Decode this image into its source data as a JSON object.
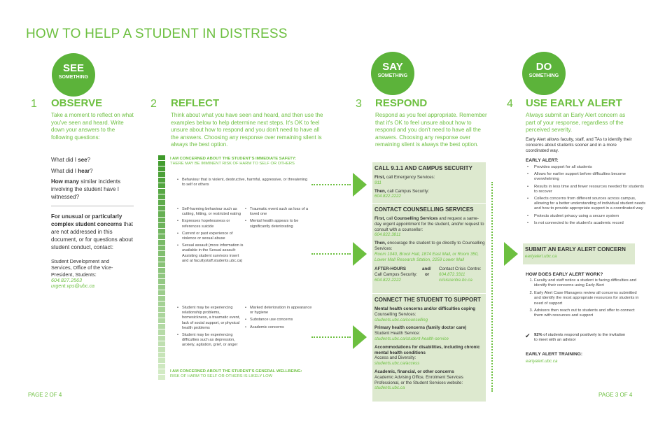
{
  "title": "HOW TO HELP A STUDENT IN DISTRESS",
  "colors": {
    "accent": "#6cbf3f",
    "circle": "#5cb33a",
    "box": "#dde9cf",
    "bar_dark": "#3f9a2b",
    "bar_light": "#cfe8c0"
  },
  "circles": {
    "see": {
      "big": "SEE",
      "small": "SOMETHING"
    },
    "say": {
      "big": "SAY",
      "small": "SOMETHING"
    },
    "do": {
      "big": "DO",
      "small": "SOMETHING"
    }
  },
  "observe": {
    "num": "1",
    "heading": "OBSERVE",
    "intro": "Take a moment to reflect on what you've seen and heard. Write down your answers to the following questions:",
    "q1_pre": "What did I ",
    "q1_bold": "see",
    "q1_post": "?",
    "q2_pre": "What did I ",
    "q2_bold": "hear",
    "q2_post": "?",
    "q3_bold": "How many",
    "q3_post": " similar incidents involving the student have I witnessed?",
    "unusual_bold": "For unusual or particularly complex student concerns",
    "unusual_rest": " that are not addressed in this document, or for questions about student conduct, contact:",
    "office": "Student Development and Services, Office of the Vice-President, Students:",
    "phone": "604.827.2563",
    "email": "urgent.vps@ubc.ca"
  },
  "reflect": {
    "num": "2",
    "heading": "REFLECT",
    "intro": "Think about what you have seen and heard, and then use the examples below to help determine next steps. It's OK to feel unsure about how to respond and you don't need to have all the answers. Choosing any response over remaining silent is always the best option.",
    "top_caption_bold": "I AM CONCERNED ABOUT THE STUDENT'S IMMEDIATE SAFETY:",
    "top_caption": "THERE MAY BE IMMINENT RISK OF HARM TO SELF OR OTHERS",
    "group1": [
      "Behaviour that is violent, destructive, harmful, aggressive, or threatening to self or others"
    ],
    "group2_left": [
      "Self-harming behaviour such as cutting, hitting, or restricted eating",
      "Expresses hopelessness or references suicide",
      "Current or past experience of violence or sexual abuse",
      "Sexual assault (more information is available in the Sexual assault: Assisting student survivors insert and at facultystaff.students.ubc.ca)"
    ],
    "group2_right": [
      "Traumatic event such as loss of a loved one",
      "Mental health appears to be significantly deteriorating"
    ],
    "group3_left": [
      "Student may be experiencing relationship problems, homesickness, a traumatic event, lack of social support, or physical health problems",
      "Student may be experiencing difficulties such as depression, anxiety, agitation, grief, or anger"
    ],
    "group3_right": [
      "Marked deterioration in appearance or hygiene",
      "Substance use concerns",
      "Academic concerns"
    ],
    "bottom_caption_bold": "I AM CONCERNED ABOUT THE STUDENT'S GENERAL WELLBEING:",
    "bottom_caption": "RISK OF HARM TO SELF OR OTHERS IS LIKELY LOW"
  },
  "respond": {
    "num": "3",
    "heading": "RESPOND",
    "intro": "Respond as you feel appropriate. Remember that it's OK to feel unsure about how to respond and you don't need to have all the answers. Choosing any response over remaining silent is always the best option.",
    "box1": {
      "head": "CALL 9.1.1 AND CAMPUS SECURITY",
      "l1b": "First,",
      "l1": " call Emergency Services:",
      "l1v": "911",
      "l2b": "Then,",
      "l2": " call Campus Security:",
      "l2v": "604.822.2222"
    },
    "box2": {
      "head": "CONTACT COUNSELLING SERVICES",
      "l1b": "First,",
      "l1a": " call ",
      "l1c": "Counselling Services",
      "l1": " and request a same-day urgent appointment for the student, and/or request to consult with a counsellor:",
      "l1v": "604.822.3811",
      "l2b": "Then,",
      "l2": " encourage the student to go directly to Counselling Services:",
      "l2v": "Room 1040, Brock Hall, 1874 East Mall, or Room 350, Lower Mall Research Station, 2259 Lower Mall",
      "ah": "AFTER-HOURS",
      "and": "and/",
      "or": "or",
      "ah1": "Call Campus Security:",
      "ah1v": "604.822.2222",
      "ah2": "Contact Crisis Centre:",
      "ah2v": "604.872.3311",
      "ah2w": "crisiscentre.bc.ca"
    },
    "box3": {
      "head": "CONNECT THE STUDENT TO SUPPORT",
      "items": [
        {
          "b": "Mental health concerns and/or difficulties coping",
          "t": "Counselling Services:",
          "v": "students.ubc.ca/counselling"
        },
        {
          "b": "Primary health concerns (family doctor care)",
          "t": "Student Health Service:",
          "v": "students.ubc.ca/student-health-service"
        },
        {
          "b": "Accommodations for disabilities, including chronic mental health conditions",
          "t": "Access and Diversity:",
          "v": "students.ubc.ca/access"
        },
        {
          "b": "Academic, financial, or other concerns",
          "t": "Academic Advising Office, Enrolment Services Professional, or the Student Services website:",
          "v": "students.ubc.ca"
        }
      ]
    }
  },
  "early": {
    "num": "4",
    "heading": "USE EARLY ALERT",
    "intro": "Always submit an Early Alert concern as part of your response, regardless of the perceived severity.",
    "desc": "Early Alert allows faculty, staff, and TAs to identify their concerns about students sooner and in a more coordinated way.",
    "label": "EARLY ALERT:",
    "bullets": [
      "Provides support for all students",
      "Allows for earlier support before difficulties become overwhelming",
      "Results in less time and fewer resources needed for students to recover",
      "Collects concerns from different sources across campus, allowing for a better understanding of individual student needs and how to provide appropriate support in a coordinated way",
      "Protects student privacy using a secure system",
      "Is not connected to the student's academic record"
    ],
    "submit_head": "SUBMIT AN EARLY ALERT CONCERN",
    "submit_link": "earlyalert.ubc.ca",
    "how_head": "HOW DOES EARLY ALERT WORK?",
    "steps": [
      "Faculty and staff notice a student is facing difficulties and identify their concerns using Early Alert",
      "Early Alert Case Managers review all concerns submitted and identify the most appropriate resources for students in need of support",
      "Advisors then reach out to students and offer to connect them with resources and support"
    ],
    "stat_bold": "92%",
    "stat": " of students respond positively to the invitation to meet with an advisor",
    "training_head": "EARLY ALERT TRAINING:",
    "training_link": "earlyalert.ubc.ca"
  },
  "footer": {
    "left": "PAGE 2 OF 4",
    "right": "PAGE 3 OF 4"
  }
}
